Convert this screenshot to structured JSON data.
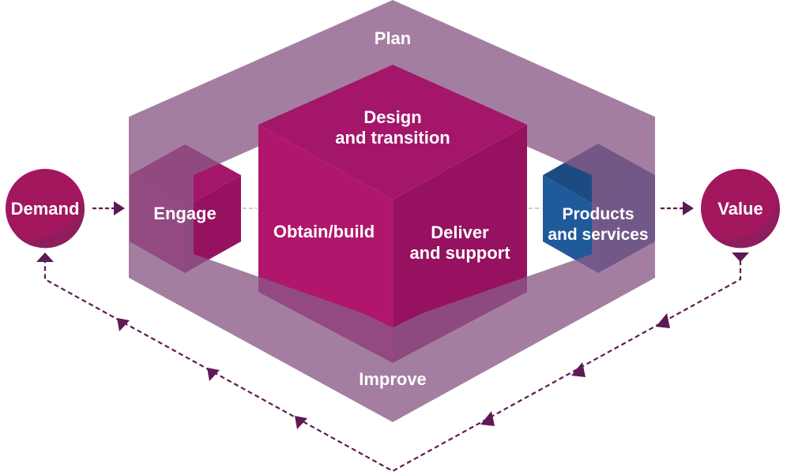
{
  "title": "Service value system diagram",
  "colors": {
    "band": "#A27A9C",
    "cube_top": "#A3166A",
    "cube_left": "#B0166C",
    "cube_right": "#961260",
    "cube_shadow": "#7E1A5E",
    "products_top": "#1E4A82",
    "products_left": "#1F5A9A",
    "products_right": "#1C5191",
    "products_shadow": "#47316E",
    "circle_main": "#A3175E",
    "circle_shade": "#8E1D5E",
    "arrow": "#5E1A55",
    "connector": "#BBBBBB"
  },
  "nodes": {
    "demand": "Demand",
    "value": "Value"
  },
  "activities": {
    "plan": "Plan",
    "improve": "Improve",
    "engage": "Engage",
    "design_line1": "Design",
    "design_line2": "and transition",
    "obtain": "Obtain/build",
    "deliver_line1": "Deliver",
    "deliver_line2": "and support",
    "products_line1": "Products",
    "products_line2": "and services"
  }
}
